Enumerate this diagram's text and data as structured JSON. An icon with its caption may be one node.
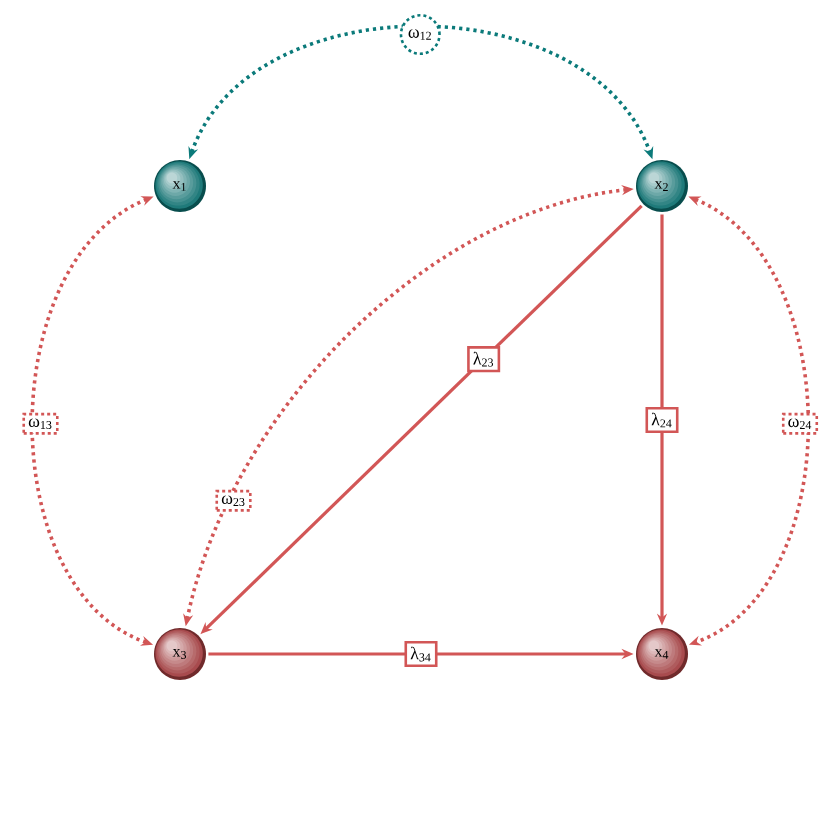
{
  "diagram": {
    "nodes": [
      {
        "text": [
          "x$_{1}$"
        ]
      },
      {
        "text": [
          "x$_{2}$"
        ]
      },
      {
        "text": [
          "x$_{3}$"
        ]
      },
      {
        "text": [
          "x$_{4}$"
        ]
      }
    ],
    "edges": [
      {
        "from": 0,
        "to": 1,
        "arrow": "both",
        "label": "ω$_{12}$",
        "style": "dashed",
        "color": "#0b7a7a"
      },
      {
        "from": 0,
        "to": 2,
        "arrow": "both",
        "label": "ω$_{13}$",
        "style": "dashed"
      },
      {
        "from": 1,
        "to": 2,
        "arrow": "both",
        "label": "ω$_{23}$",
        "style": "dashed"
      },
      {
        "from": 1,
        "to": 3,
        "arrow": "both",
        "label": "ω$_{24}$",
        "style": "dashed"
      },
      {
        "from": 1,
        "to": 2,
        "arrow": "to",
        "label": "λ$_{23}$"
      },
      {
        "from": 1,
        "to": 3,
        "arrow": "to",
        "label": "λ$_{24}$"
      },
      {
        "from": 2,
        "to": 3,
        "arrow": "to",
        "label": "λ$_{34}$"
      }
    ]
  }
}
